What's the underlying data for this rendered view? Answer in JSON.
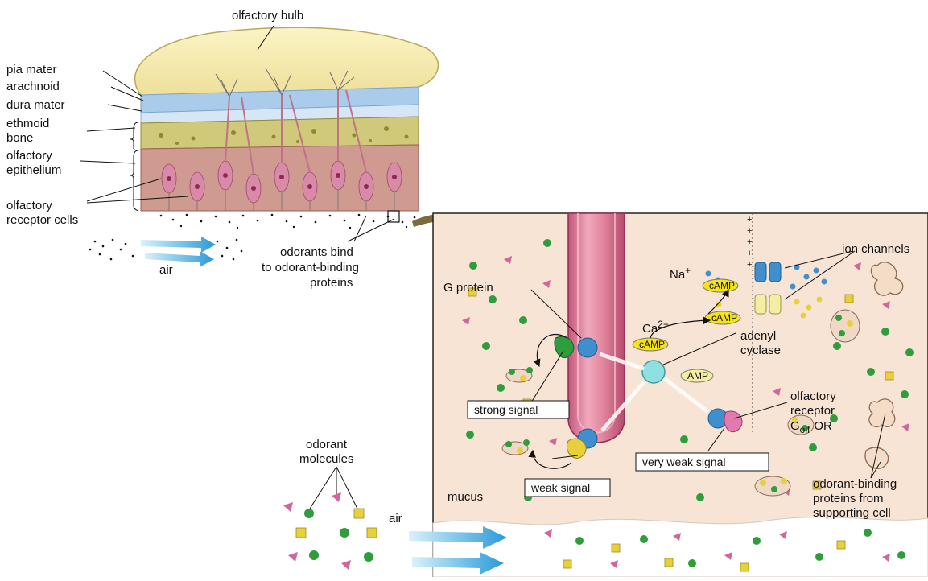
{
  "left_panel": {
    "labels": {
      "olfactory_bulb": "olfactory bulb",
      "pia_mater": "pia mater",
      "arachnoid": "arachnoid",
      "dura_mater": "dura mater",
      "ethmoid_1": "ethmoid",
      "ethmoid_2": "bone",
      "olf_epi_1": "olfactory",
      "olf_epi_2": "epithelium",
      "olf_rec_1": "olfactory",
      "olf_rec_2": "receptor cells",
      "air": "air",
      "odorants_bind_1": "odorants bind",
      "odorants_bind_2": "to odorant-binding",
      "odorants_bind_3": "proteins"
    }
  },
  "bottom_left": {
    "odorant_1": "odorant",
    "odorant_2": "molecules",
    "air": "air"
  },
  "inset": {
    "labels": {
      "g_protein": "G protein",
      "ion_channels": "ion channels",
      "na": "Na",
      "na_sup": "+",
      "ca": "Ca",
      "ca_sup": "2+",
      "camp": "cAMP",
      "amp": "AMP",
      "adenyl_1": "adenyl",
      "adenyl_2": "cyclase",
      "strong_signal": "strong signal",
      "weak_signal": "weak signal",
      "very_weak_signal": "very weak signal",
      "olf_receptor_1": "olfactory",
      "olf_receptor_2": "receptor",
      "golf_g": "G",
      "golf_sub": "olf",
      "golf_or": "OR",
      "mucus": "mucus",
      "obp_1": "odorant-binding",
      "obp_2": "proteins from",
      "obp_3": "supporting cell",
      "plus": "+"
    }
  },
  "colors": {
    "bulb": "#f6efb8",
    "meninges": "#9fc3e6",
    "bone": "#c9c46e",
    "epithelium": "#c98a82",
    "cell": "#d97fa2",
    "inset_bg": "#f8e4d4",
    "dendrite": "#d9889c",
    "air_arrow": "#3aa8e0",
    "odorant_green": "#2e9d3c",
    "odorant_yellow": "#e9cf3c",
    "odorant_pink": "#d0669c",
    "camp_yellow": "#f4e21c",
    "channel_blue": "#3f8fcf",
    "big_arrow": "#7b6a3b"
  }
}
